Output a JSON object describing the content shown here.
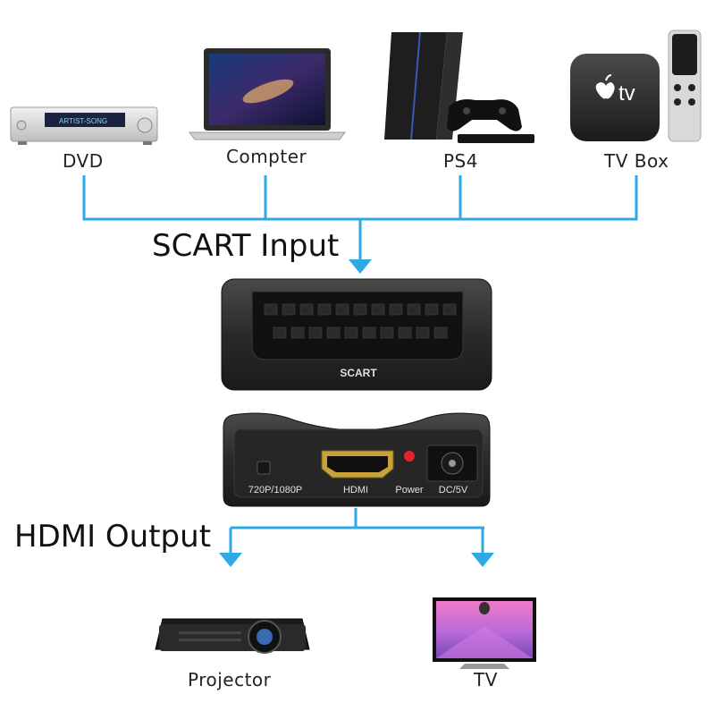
{
  "inputs": {
    "dvd_label": "DVD",
    "computer_label": "Compter",
    "ps4_label": "PS4",
    "tvbox_label": "TV Box"
  },
  "section_input_label": "SCART Input",
  "section_output_label": "HDMI Output",
  "scart_device": {
    "port_label": "SCART",
    "switch_label": "720P/1080P",
    "hdmi_label": "HDMI",
    "power_label": "Power",
    "dc_label": "DC/5V"
  },
  "outputs": {
    "projector_label": "Projector",
    "tv_label": "TV"
  },
  "dvd_display_text": "ARTIST-SONG",
  "tvbox_brand_text": "tv",
  "colors": {
    "connector_line": "#2ea9e6",
    "power_led": "#e3242b"
  }
}
